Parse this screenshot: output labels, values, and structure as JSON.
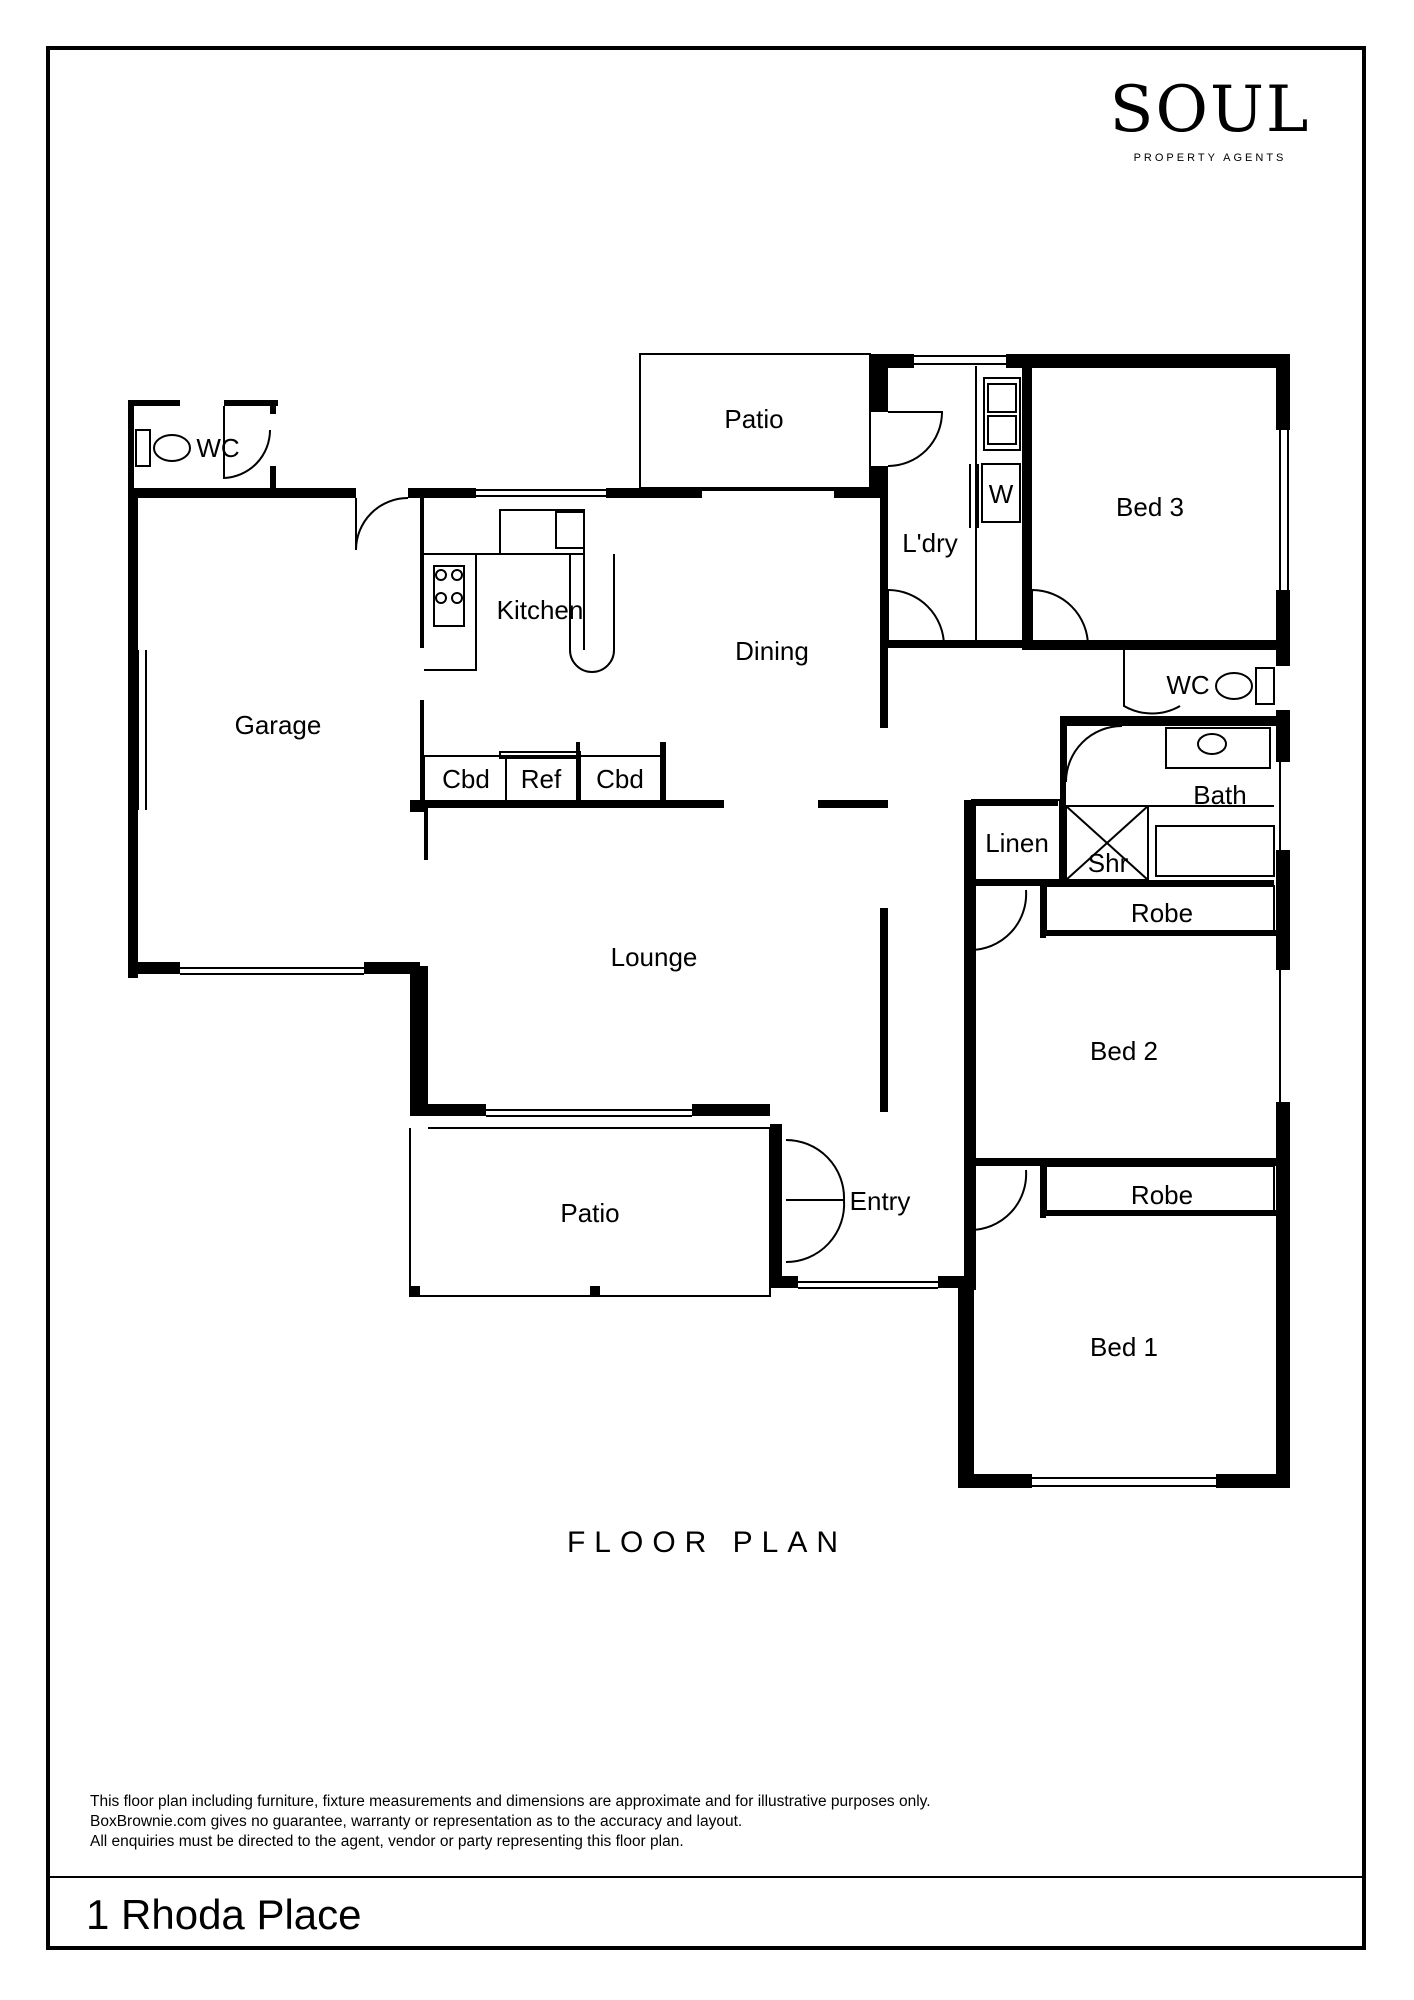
{
  "logo": {
    "main": "SOUL",
    "sub": "PROPERTY AGENTS"
  },
  "plan_title": "FLOOR PLAN",
  "rooms": {
    "wc_garage": "WC",
    "patio_rear": "Patio",
    "laundry": "L'dry",
    "washer": "W",
    "bed3": "Bed 3",
    "kitchen": "Kitchen",
    "dining": "Dining",
    "garage": "Garage",
    "wc_hall": "WC",
    "cbd_left": "Cbd",
    "ref": "Ref",
    "cbd_right": "Cbd",
    "bath": "Bath",
    "linen": "Linen",
    "shower": "Shr",
    "robe_bed2": "Robe",
    "lounge": "Lounge",
    "bed2": "Bed 2",
    "patio_front": "Patio",
    "entry": "Entry",
    "robe_bed1": "Robe",
    "bed1": "Bed 1"
  },
  "disclaimer": [
    "This floor plan including furniture, fixture measurements and dimensions are approximate and for illustrative purposes only.",
    "BoxBrownie.com gives no guarantee, warranty or representation as to the accuracy and layout.",
    "All enquiries must be directed to the agent, vendor or party representing this floor plan."
  ],
  "address": "1 Rhoda Place"
}
